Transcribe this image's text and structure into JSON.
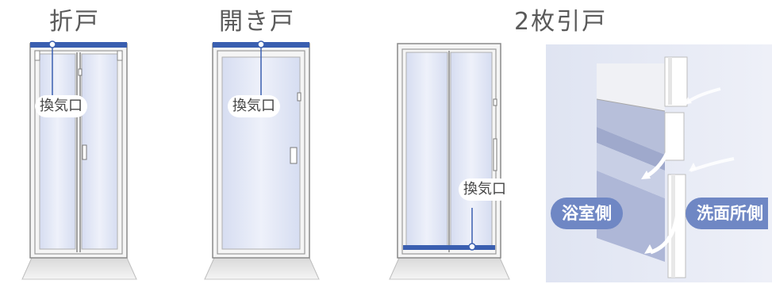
{
  "titles": {
    "folding": "折戸",
    "hinged": "開き戸",
    "sliding": "2枚引戸"
  },
  "vent_label": "換気口",
  "detail": {
    "bath_side": "浴室側",
    "washroom_side": "洗面所側"
  },
  "colors": {
    "vent_blue": "#3a5fb0",
    "glass": "#dde3f4",
    "frame": "#8a8a8a",
    "pill": "#6f87c4",
    "panel_bg": "#e4e8f4"
  }
}
